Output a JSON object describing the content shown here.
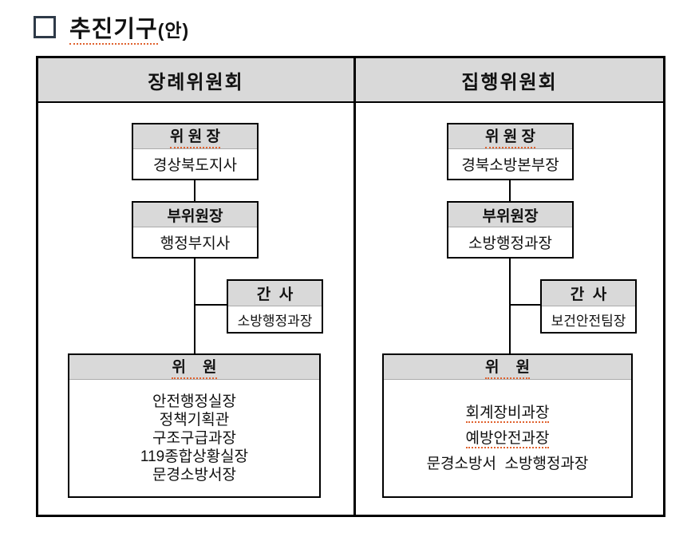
{
  "title": {
    "main": "추진기구",
    "suffix": "(안)"
  },
  "colors": {
    "header_bg": "#d9d9d9",
    "border": "#000000",
    "squiggle_underline": "#e0622e"
  },
  "columns": [
    {
      "header": "장례위원회",
      "chairman": {
        "title": "위 원 장",
        "name": "경상북도지사"
      },
      "vice_chairman": {
        "title": "부위원장",
        "name": "행정부지사"
      },
      "secretary": {
        "title": "간  사",
        "name": "소방행정과장"
      },
      "members": {
        "title": "위    원",
        "names": [
          "안전행정실장",
          "정책기획관",
          "구조구급과장",
          "119종합상황실장",
          "문경소방서장"
        ]
      }
    },
    {
      "header": "집행위원회",
      "chairman": {
        "title": "위 원 장",
        "name": "경북소방본부장"
      },
      "vice_chairman": {
        "title": "부위원장",
        "name": "소방행정과장"
      },
      "secretary": {
        "title": "간  사",
        "name": "보건안전팀장"
      },
      "members": {
        "title": "위    원",
        "names": [
          "회계장비과장",
          "예방안전과장",
          "문경소방서  소방행정과장"
        ]
      }
    }
  ]
}
